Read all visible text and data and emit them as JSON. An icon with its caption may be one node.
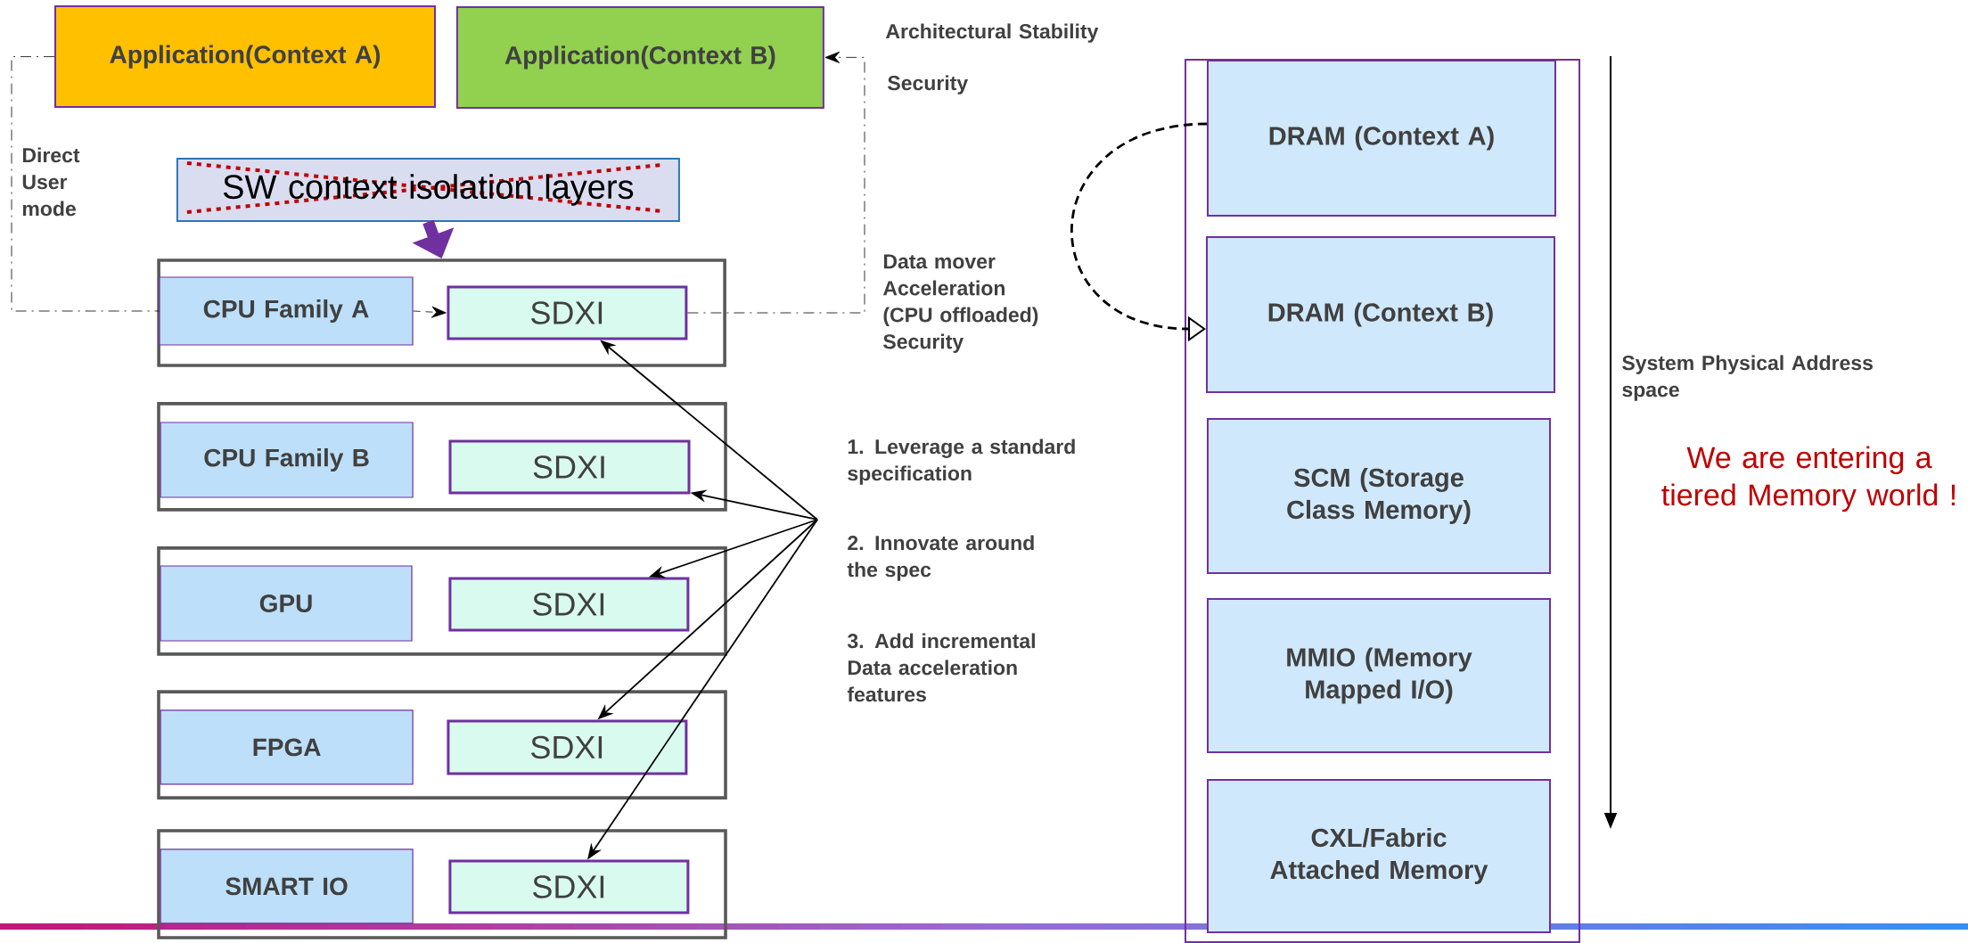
{
  "diagram": {
    "nodes": [
      {
        "text": [
          "Application(Context A)"
        ]
      },
      {
        "text": [
          "Application(Context B)"
        ]
      },
      {
        "text": [
          "SW context isolation layers"
        ]
      },
      {
        "text": [],
        "shape": "box"
      },
      {
        "text": [
          "CPU Family A"
        ],
        "in": 3
      },
      {
        "text": [
          "SDXI"
        ],
        "in": 3
      },
      {
        "text": [],
        "shape": "box"
      },
      {
        "text": [
          "CPU Family B"
        ],
        "in": 6
      },
      {
        "text": [
          "SDXI"
        ],
        "in": 6
      },
      {
        "text": [],
        "shape": "box"
      },
      {
        "text": [
          "GPU"
        ],
        "in": 9
      },
      {
        "text": [
          "SDXI"
        ],
        "in": 9
      },
      {
        "text": [],
        "shape": "box"
      },
      {
        "text": [
          "FPGA"
        ],
        "in": 12
      },
      {
        "text": [
          "SDXI"
        ],
        "in": 12
      },
      {
        "text": [],
        "shape": "box"
      },
      {
        "text": [
          "SMART IO"
        ],
        "in": 15
      },
      {
        "text": [
          "SDXI"
        ],
        "in": 15
      },
      {
        "text": [],
        "shape": "box"
      },
      {
        "text": [
          "DRAM (Context A)"
        ],
        "in": 18
      },
      {
        "text": [
          "DRAM (Context B)"
        ],
        "in": 18
      },
      {
        "text": [
          "SCM (Storage Class Memory)"
        ],
        "in": 18
      },
      {
        "text": [
          "MMIO (Memory Mapped I/O)"
        ],
        "in": 18
      },
      {
        "text": [
          "CXL/Fabric Attached Memory"
        ],
        "in": 18
      }
    ],
    "edges": [
      {
        "from": 0,
        "to": 4,
        "arrow": "none",
        "style": "dashed"
      },
      {
        "from": 4,
        "to": 5,
        "arrow": "to",
        "style": "dashed"
      },
      {
        "from": 5,
        "to": 1,
        "arrow": "to",
        "style": "dashed"
      },
      {
        "from": 2,
        "to": 3,
        "arrow": "to",
        "style": "thick",
        "color": "#7030a0"
      },
      {
        "from": null,
        "to": 5,
        "arrow": "to"
      },
      {
        "from": null,
        "to": 8,
        "arrow": "to"
      },
      {
        "from": null,
        "to": 11,
        "arrow": "to"
      },
      {
        "from": null,
        "to": 14,
        "arrow": "to"
      },
      {
        "from": null,
        "to": 17,
        "arrow": "to"
      },
      {
        "from": 19,
        "to": 20,
        "arrow": "to",
        "style": "dashed"
      }
    ],
    "labels": [
      "Direct User mode",
      "Architectural Stability",
      "Security",
      "Data mover Acceleration (CPU offloaded) Security",
      "1. Leverage a standard specification",
      "2. Innovate around the spec",
      "3. Add incremental Data acceleration features",
      "System Physical Address space",
      "We are entering a tiered Memory world !"
    ]
  }
}
